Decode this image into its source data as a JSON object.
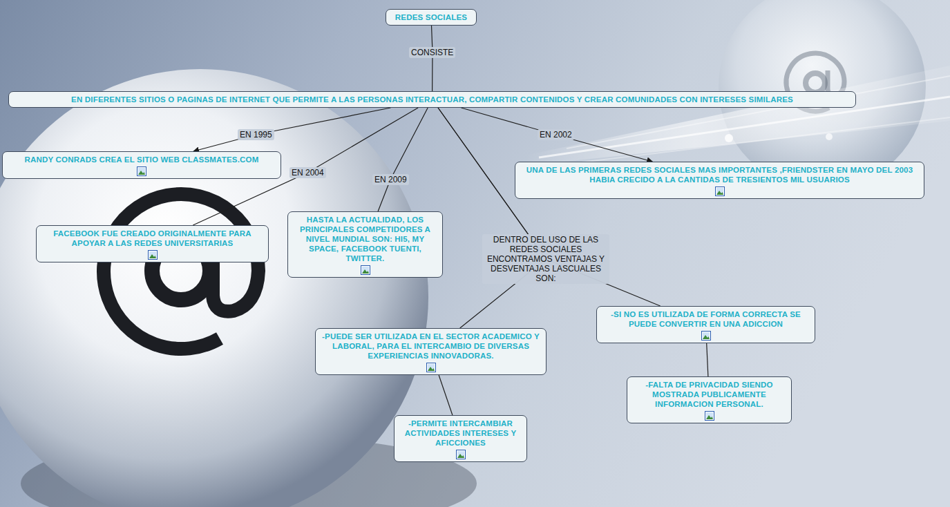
{
  "diagram": {
    "nodes": [
      {
        "text": [
          "REDES SOCIALES"
        ]
      },
      {
        "text": [
          "EN DIFERENTES SITIOS O PAGINAS DE INTERNET QUE PERMITE A LAS PERSONAS INTERACTUAR, COMPARTIR CONTENIDOS Y CREAR COMUNIDADES CON INTERESES SIMILARES"
        ]
      },
      {
        "text": [
          "RANDY CONRADS CREA EL SITIO WEB CLASSMATES.COM"
        ]
      },
      {
        "text": [
          "UNA DE LAS PRIMERAS REDES SOCIALES MAS IMPORTANTES ,FRIENDSTER EN MAYO DEL 2003 HABIA CRECIDO A LA CANTIDAS DE TRESIENTOS MIL USUARIOS"
        ]
      },
      {
        "text": [
          "FACEBOOK FUE CREADO ORIGINALMENTE PARA APOYAR A LAS REDES UNIVERSITARIAS"
        ]
      },
      {
        "text": [
          "HASTA LA ACTUALIDAD, LOS PRINCIPALES COMPETIDORES A NIVEL MUNDIAL SON: HI5, MY SPACE, FACEBOOK TUENTI, TWITTER."
        ]
      },
      {
        "text": [
          "-PUEDE SER UTILIZADA EN EL SECTOR ACADEMICO Y LABORAL, PARA EL INTERCAMBIO DE DIVERSAS EXPERIENCIAS INNOVADORAS."
        ]
      },
      {
        "text": [
          "-PERMITE INTERCAMBIAR ACTIVIDADES INTERESES Y AFICCIONES"
        ]
      },
      {
        "text": [
          "-SI NO ES UTILIZADA DE FORMA CORRECTA SE PUEDE CONVERTIR EN UNA ADICCION"
        ]
      },
      {
        "text": [
          "-FALTA DE PRIVACIDAD SIENDO MOSTRADA PUBLICAMENTE INFORMACION PERSONAL."
        ]
      }
    ],
    "edges": [
      {
        "from": 0,
        "to": 1,
        "label": "CONSISTE",
        "arrow": "none"
      },
      {
        "from": 1,
        "to": 2,
        "label": "EN 1995",
        "arrow": "to"
      },
      {
        "from": 1,
        "to": 4,
        "label": "EN 2004",
        "arrow": "none"
      },
      {
        "from": 1,
        "to": 5,
        "label": "EN 2009",
        "arrow": "none"
      },
      {
        "from": 1,
        "to": 3,
        "label": "EN 2002",
        "arrow": "to"
      },
      {
        "from": 1,
        "to": 6,
        "label": "DENTRO DEL USO DE LAS REDES SOCIALES ENCONTRAMOS VENTAJAS Y DESVENTAJAS LASCUALES SON:",
        "arrow": "none"
      },
      {
        "from": 1,
        "to": 8,
        "arrow": "none"
      },
      {
        "from": 6,
        "to": 7,
        "arrow": "none"
      },
      {
        "from": 8,
        "to": 9,
        "arrow": "none"
      }
    ]
  }
}
